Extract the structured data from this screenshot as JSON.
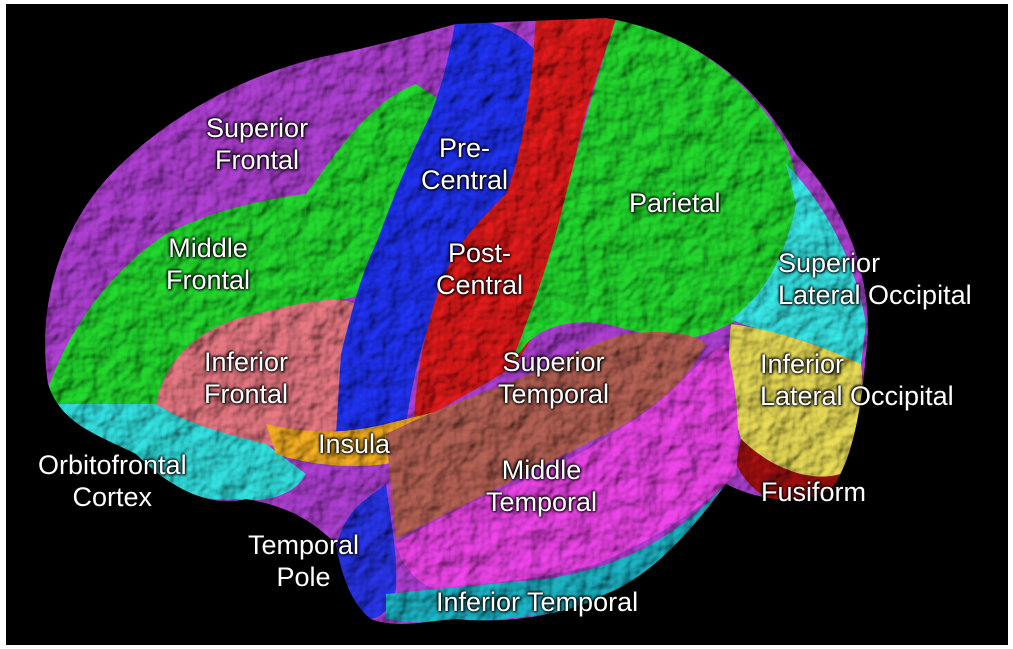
{
  "diagram": {
    "regions": [
      {
        "id": "superior-frontal",
        "lines": [
          "Superior",
          "Frontal"
        ],
        "color": "#a23bc4"
      },
      {
        "id": "middle-frontal",
        "lines": [
          "Middle",
          "Frontal"
        ],
        "color": "#1fc92a"
      },
      {
        "id": "inferior-frontal",
        "lines": [
          "Inferior",
          "Frontal"
        ],
        "color": "#d8707a"
      },
      {
        "id": "orbitofrontal",
        "lines": [
          "Orbitofrontal",
          "Cortex"
        ],
        "color": "#2fd0d0"
      },
      {
        "id": "precentral",
        "lines": [
          "Pre-",
          "Central"
        ],
        "color": "#1d2ee0"
      },
      {
        "id": "postcentral",
        "lines": [
          "Post-",
          "Central"
        ],
        "color": "#d01818"
      },
      {
        "id": "parietal",
        "lines": [
          "Parietal"
        ],
        "color": "#1fc92a"
      },
      {
        "id": "superior-lateral-occipital",
        "lines": [
          "Superior",
          "Lateral Occipital"
        ],
        "color": "#33d6d6"
      },
      {
        "id": "inferior-lateral-occipital",
        "lines": [
          "Inferior",
          "Lateral Occipital"
        ],
        "color": "#d8cc50"
      },
      {
        "id": "fusiform",
        "lines": [
          "Fusiform"
        ],
        "color": "#9a1010"
      },
      {
        "id": "insula",
        "lines": [
          "Insula"
        ],
        "color": "#e3a21f"
      },
      {
        "id": "superior-temporal",
        "lines": [
          "Superior",
          "Temporal"
        ],
        "color": "#a85a4e"
      },
      {
        "id": "middle-temporal",
        "lines": [
          "Middle",
          "Temporal"
        ],
        "color": "#dc3fd8"
      },
      {
        "id": "temporal-pole",
        "lines": [
          "Temporal",
          "Pole"
        ],
        "color": "#2530d8"
      },
      {
        "id": "inferior-temporal",
        "lines": [
          "Inferior Temporal"
        ],
        "color": "#1aa8b8"
      }
    ]
  }
}
